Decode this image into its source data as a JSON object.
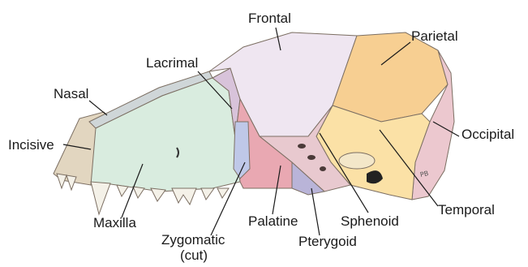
{
  "labels": {
    "frontal": "Frontal",
    "parietal": "Parietal",
    "lacrimal": "Lacrimal",
    "nasal": "Nasal",
    "incisive": "Incisive",
    "occipital": "Occipital",
    "temporal": "Temporal",
    "maxilla": "Maxilla",
    "palatine": "Palatine",
    "sphenoid": "Sphenoid",
    "pterygoid": "Pterygoid",
    "zygomatic_line1": "Zygomatic",
    "zygomatic_line2": "(cut)"
  },
  "signature": "PB",
  "colors": {
    "frontal": "#efe6f1",
    "parietal": "#f7cf92",
    "occipital": "#ecc8cf",
    "temporal": "#fbe1a6",
    "maxilla": "#d9ecdf",
    "incisive": "#e2d6c0",
    "nasal": "#cfd6d8",
    "lacrimal": "#d8c3da",
    "zygomatic": "#bfc8e8",
    "palatine": "#e9a8b2",
    "sphenoid": "#e8c9cf",
    "pterygoid": "#b9b4d8",
    "teeth": "#f4f1e8",
    "outline": "#7c6f63"
  }
}
